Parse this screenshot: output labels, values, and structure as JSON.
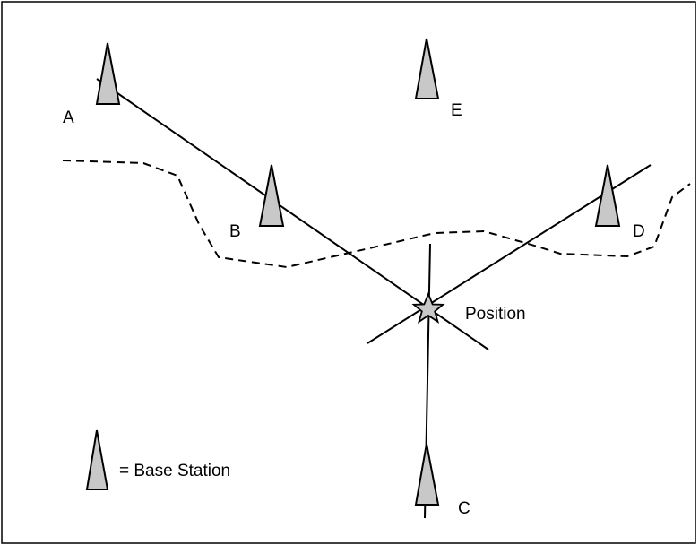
{
  "labels": {
    "station_a": "A",
    "station_b": "B",
    "station_c": "C",
    "station_d": "D",
    "station_e": "E",
    "position": "Position"
  },
  "legend": {
    "text": "= Base Station",
    "icon": "base-station-icon"
  },
  "colors": {
    "station_fill": "#c8c8c8",
    "stroke": "#000000",
    "star_fill": "#c8c8c8"
  }
}
